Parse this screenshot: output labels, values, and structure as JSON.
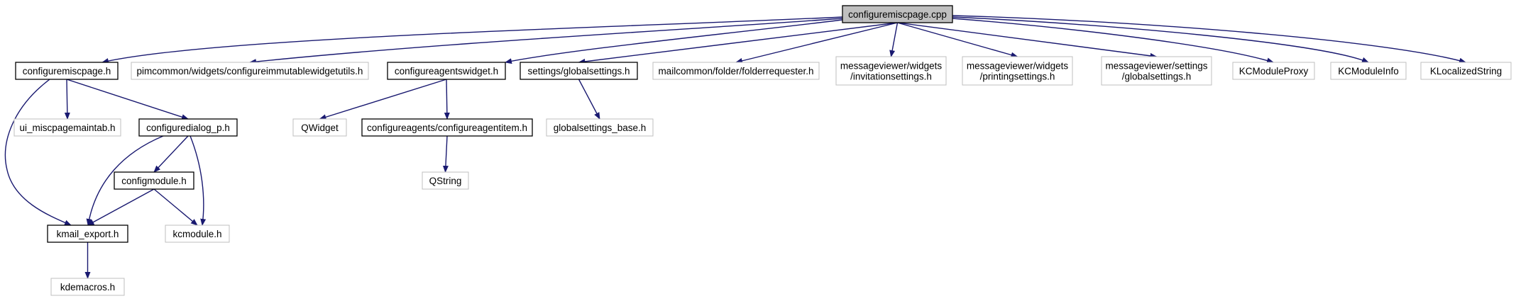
{
  "colors": {
    "edge": "#191970",
    "root_fill": "#bfbfbf",
    "node_border_strong": "#000000",
    "node_border_weak": "#bfbfbf",
    "text": "#000000",
    "background": "#ffffff"
  },
  "nodes": [
    {
      "id": "root",
      "lines": [
        "configuremiscpage.cpp"
      ],
      "style": "root"
    },
    {
      "id": "configuremiscpage_h",
      "lines": [
        "configuremiscpage.h"
      ],
      "style": "strong"
    },
    {
      "id": "configureimmutable",
      "lines": [
        "pimcommon/widgets/configureimmutablewidgetutils.h"
      ],
      "style": "weak"
    },
    {
      "id": "configureagentswidget",
      "lines": [
        "configureagentswidget.h"
      ],
      "style": "strong"
    },
    {
      "id": "globalsettings_h",
      "lines": [
        "settings/globalsettings.h"
      ],
      "style": "strong"
    },
    {
      "id": "folderrequester",
      "lines": [
        "mailcommon/folder/folderrequester.h"
      ],
      "style": "weak"
    },
    {
      "id": "invitationsettings",
      "lines": [
        "messageviewer/widgets",
        "/invitationsettings.h"
      ],
      "style": "weak"
    },
    {
      "id": "printingsettings",
      "lines": [
        "messageviewer/widgets",
        "/printingsettings.h"
      ],
      "style": "weak"
    },
    {
      "id": "mv_globalsettings",
      "lines": [
        "messageviewer/settings",
        "/globalsettings.h"
      ],
      "style": "weak"
    },
    {
      "id": "kcmoduleproxy",
      "lines": [
        "KCModuleProxy"
      ],
      "style": "weak"
    },
    {
      "id": "kcmoduleinfo",
      "lines": [
        "KCModuleInfo"
      ],
      "style": "weak"
    },
    {
      "id": "klocalizedstring",
      "lines": [
        "KLocalizedString"
      ],
      "style": "weak"
    },
    {
      "id": "ui_miscpagemaintab",
      "lines": [
        "ui_miscpagemaintab.h"
      ],
      "style": "weak"
    },
    {
      "id": "configuredialog_p",
      "lines": [
        "configuredialog_p.h"
      ],
      "style": "strong"
    },
    {
      "id": "qwidget",
      "lines": [
        "QWidget"
      ],
      "style": "weak"
    },
    {
      "id": "configureagentitem",
      "lines": [
        "configureagents/configureagentitem.h"
      ],
      "style": "strong"
    },
    {
      "id": "globalsettings_base",
      "lines": [
        "globalsettings_base.h"
      ],
      "style": "weak"
    },
    {
      "id": "configmodule",
      "lines": [
        "configmodule.h"
      ],
      "style": "strong"
    },
    {
      "id": "kmail_export",
      "lines": [
        "kmail_export.h"
      ],
      "style": "strong"
    },
    {
      "id": "kcmodule",
      "lines": [
        "kcmodule.h"
      ],
      "style": "weak"
    },
    {
      "id": "qstring",
      "lines": [
        "QString"
      ],
      "style": "weak"
    },
    {
      "id": "kdemacros",
      "lines": [
        "kdemacros.h"
      ],
      "style": "weak"
    }
  ],
  "edges": [
    {
      "from": "root",
      "to": "configuremiscpage_h"
    },
    {
      "from": "root",
      "to": "configureimmutable"
    },
    {
      "from": "root",
      "to": "configureagentswidget"
    },
    {
      "from": "root",
      "to": "globalsettings_h"
    },
    {
      "from": "root",
      "to": "folderrequester"
    },
    {
      "from": "root",
      "to": "invitationsettings"
    },
    {
      "from": "root",
      "to": "printingsettings"
    },
    {
      "from": "root",
      "to": "mv_globalsettings"
    },
    {
      "from": "root",
      "to": "kcmoduleproxy"
    },
    {
      "from": "root",
      "to": "kcmoduleinfo"
    },
    {
      "from": "root",
      "to": "klocalizedstring"
    },
    {
      "from": "configuremiscpage_h",
      "to": "ui_miscpagemaintab"
    },
    {
      "from": "configuremiscpage_h",
      "to": "configuredialog_p"
    },
    {
      "from": "configuremiscpage_h",
      "to": "kmail_export"
    },
    {
      "from": "configureagentswidget",
      "to": "qwidget"
    },
    {
      "from": "configureagentswidget",
      "to": "configureagentitem"
    },
    {
      "from": "globalsettings_h",
      "to": "globalsettings_base"
    },
    {
      "from": "configuredialog_p",
      "to": "configmodule"
    },
    {
      "from": "configuredialog_p",
      "to": "kmail_export"
    },
    {
      "from": "configuredialog_p",
      "to": "kcmodule"
    },
    {
      "from": "configmodule",
      "to": "kmail_export"
    },
    {
      "from": "configmodule",
      "to": "kcmodule"
    },
    {
      "from": "configureagentitem",
      "to": "qstring"
    },
    {
      "from": "kmail_export",
      "to": "kdemacros"
    }
  ]
}
